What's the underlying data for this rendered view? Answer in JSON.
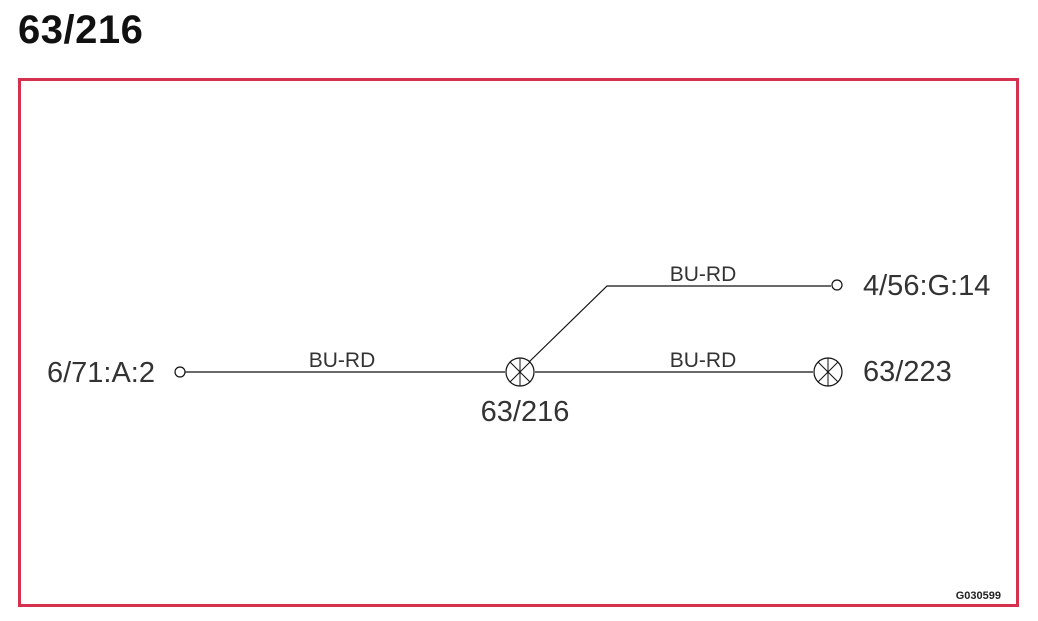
{
  "title": "63/216",
  "diagram": {
    "left_connector": "6/71:A:2",
    "upper_connector": "4/56:G:14",
    "center_splice": "63/216",
    "right_splice": "63/223",
    "wires": {
      "left_wire": "BU-RD",
      "upper_wire": "BU-RD",
      "right_wire": "BU-RD"
    },
    "drawing_code": "G030599"
  },
  "colors": {
    "frame_border": "#d6304f",
    "line": "#111111",
    "text": "#333333"
  }
}
